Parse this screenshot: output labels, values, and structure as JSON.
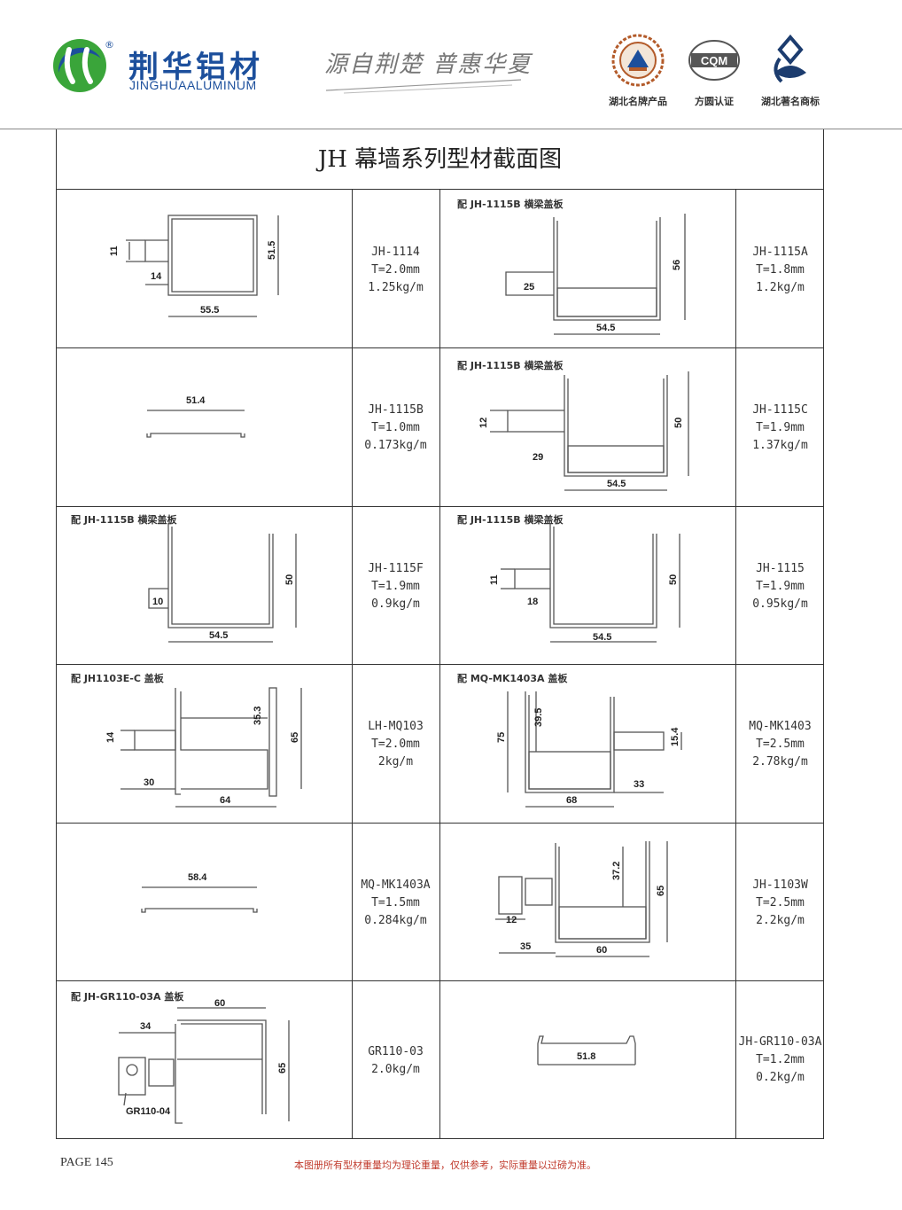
{
  "header": {
    "brand_cn": "荆华铝材",
    "brand_en": "JINGHUAALUMINUM",
    "registered_mark": "®",
    "slogan": "源自荆楚  普惠华夏",
    "badges": [
      {
        "caption": "湖北名牌产品",
        "icon": "award-emblem-icon"
      },
      {
        "caption": "方圆认证",
        "icon": "cqm-certification-icon",
        "text": "CQM"
      },
      {
        "caption": "湖北著名商标",
        "icon": "brand-mark-icon"
      }
    ],
    "colors": {
      "brand_blue": "#1c4f9c",
      "logo_green": "#3aa53a"
    }
  },
  "page_title": "JH 幕墙系列型材截面图",
  "rows": [
    {
      "left": {
        "note": "",
        "dims": [
          "11",
          "14",
          "51.5",
          "55.5"
        ],
        "spec": [
          "JH-1114",
          "T=2.0mm",
          "1.25kg/m"
        ]
      },
      "right": {
        "note": "配 JH-1115B 横梁盖板",
        "dims": [
          "56",
          "25",
          "54.5"
        ],
        "spec": [
          "JH-1115A",
          "T=1.8mm",
          "1.2kg/m"
        ]
      }
    },
    {
      "left": {
        "note": "",
        "dims": [
          "51.4"
        ],
        "spec": [
          "JH-1115B",
          "T=1.0mm",
          "0.173kg/m"
        ]
      },
      "right": {
        "note": "配 JH-1115B 横梁盖板",
        "dims": [
          "12",
          "50",
          "29",
          "54.5"
        ],
        "spec": [
          "JH-1115C",
          "T=1.9mm",
          "1.37kg/m"
        ]
      }
    },
    {
      "left": {
        "note": "配 JH-1115B 横梁盖板",
        "dims": [
          "50",
          "10",
          "54.5"
        ],
        "spec": [
          "JH-1115F",
          "T=1.9mm",
          "0.9kg/m"
        ]
      },
      "right": {
        "note": "配 JH-1115B 横梁盖板",
        "dims": [
          "11",
          "50",
          "18",
          "54.5"
        ],
        "spec": [
          "JH-1115",
          "T=1.9mm",
          "0.95kg/m"
        ]
      }
    },
    {
      "left": {
        "note": "配 JH1103E-C 盖板",
        "dims": [
          "35.3",
          "14",
          "65",
          "30",
          "64"
        ],
        "spec": [
          "LH-MQ103",
          "T=2.0mm",
          "2kg/m"
        ]
      },
      "right": {
        "note": "配 MQ-MK1403A 盖板",
        "dims": [
          "75",
          "39.5",
          "15.4",
          "33",
          "68"
        ],
        "spec": [
          "MQ-MK1403",
          "T=2.5mm",
          "2.78kg/m"
        ]
      }
    },
    {
      "left": {
        "note": "",
        "dims": [
          "58.4"
        ],
        "spec": [
          "MQ-MK1403A",
          "T=1.5mm",
          "0.284kg/m"
        ]
      },
      "right": {
        "note": "",
        "dims": [
          "37.2",
          "65",
          "12",
          "35",
          "60"
        ],
        "spec": [
          "JH-1103W",
          "T=2.5mm",
          "2.2kg/m"
        ]
      }
    },
    {
      "left": {
        "note": "配 JH-GR110-03A 盖板",
        "dims": [
          "60",
          "34",
          "65",
          "GR110-04"
        ],
        "spec": [
          "GR110-03",
          "2.0kg/m"
        ]
      },
      "right": {
        "note": "",
        "dims": [
          "51.8"
        ],
        "spec": [
          "JH-GR110-03A",
          "T=1.2mm",
          "0.2kg/m"
        ]
      }
    }
  ],
  "footer": {
    "page": "PAGE 145",
    "note": "本图册所有型材重量均为理论重量，仅供参考，实际重量以过磅为准。"
  }
}
